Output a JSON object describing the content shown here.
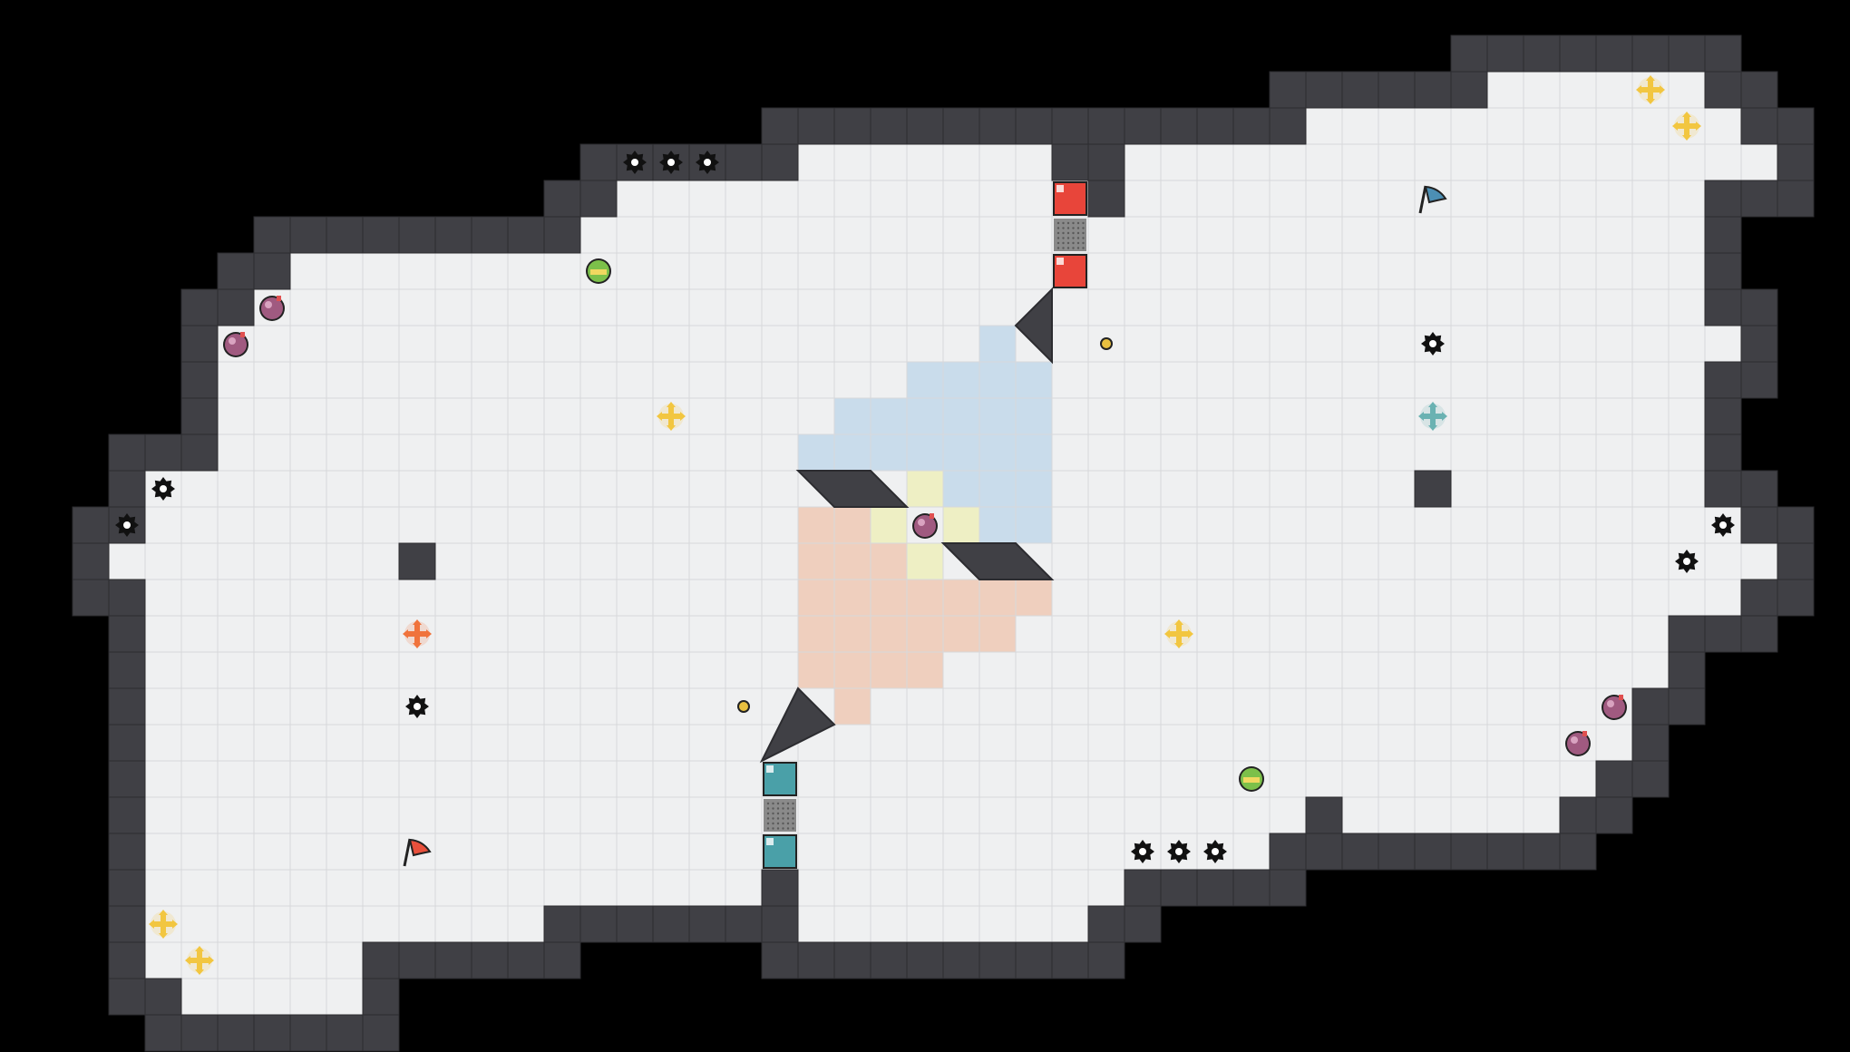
{
  "game": {
    "title": "",
    "colors": {
      "background": "#000000",
      "floor": "#eff0f1",
      "grid_line": "#d7d8db",
      "wall": "#404045",
      "wall_edge": "#2c2c30",
      "chamfer": "#f4f4f6",
      "zone_blue": "#c9dceb",
      "zone_yellow": "#eeefc4",
      "zone_salmon": "#efcfbe"
    },
    "flags": [
      {
        "team": "red",
        "color": "#e8503c",
        "icon": "flag-icon"
      },
      {
        "team": "blue",
        "color": "#4c8fb4",
        "icon": "flag-icon"
      }
    ],
    "gates": [
      {
        "team": "red",
        "color": "#e8453a",
        "icon": "gate-block-icon"
      },
      {
        "team": "blue",
        "color": "#4aa0a8",
        "icon": "gate-block-icon"
      }
    ],
    "powerups": [
      {
        "kind": "boost",
        "color": "#f2c640",
        "icon": "boost-cross-icon"
      },
      {
        "kind": "red-boost",
        "color": "#f0733c",
        "icon": "boost-cross-icon"
      },
      {
        "kind": "blue-boost",
        "color": "#6ab2b2",
        "icon": "boost-cross-icon"
      },
      {
        "kind": "bomb",
        "color": "#a05a80",
        "icon": "bomb-icon"
      },
      {
        "kind": "tagpro",
        "color": "#7cc04a",
        "icon": "powerup-ball-icon"
      },
      {
        "kind": "spike",
        "color": "#111111",
        "icon": "spike-icon"
      },
      {
        "kind": "button",
        "color": "#e8c040",
        "icon": "button-icon"
      },
      {
        "kind": "gate-off",
        "color": "#8a8a8a",
        "icon": "gate-off-icon"
      }
    ]
  }
}
